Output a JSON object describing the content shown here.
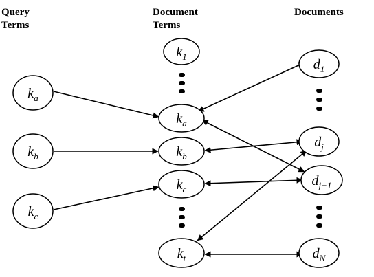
{
  "headers": {
    "query": [
      "Query",
      "Terms"
    ],
    "doc_terms": [
      "Document",
      "Terms"
    ],
    "documents": [
      "Documents"
    ]
  },
  "nodes": {
    "qa": {
      "base": "k",
      "sub": "a"
    },
    "qb": {
      "base": "k",
      "sub": "b"
    },
    "qc": {
      "base": "k",
      "sub": "c"
    },
    "t1": {
      "base": "k",
      "sub": "1"
    },
    "ta": {
      "base": "k",
      "sub": "a"
    },
    "tb": {
      "base": "k",
      "sub": "b"
    },
    "tc": {
      "base": "k",
      "sub": "c"
    },
    "tt": {
      "base": "k",
      "sub": "t"
    },
    "d1": {
      "base": "d",
      "sub": "1"
    },
    "dj": {
      "base": "d",
      "sub": "j"
    },
    "dj1": {
      "base": "d",
      "sub": "j+1"
    },
    "dN": {
      "base": "d",
      "sub": "N"
    }
  }
}
